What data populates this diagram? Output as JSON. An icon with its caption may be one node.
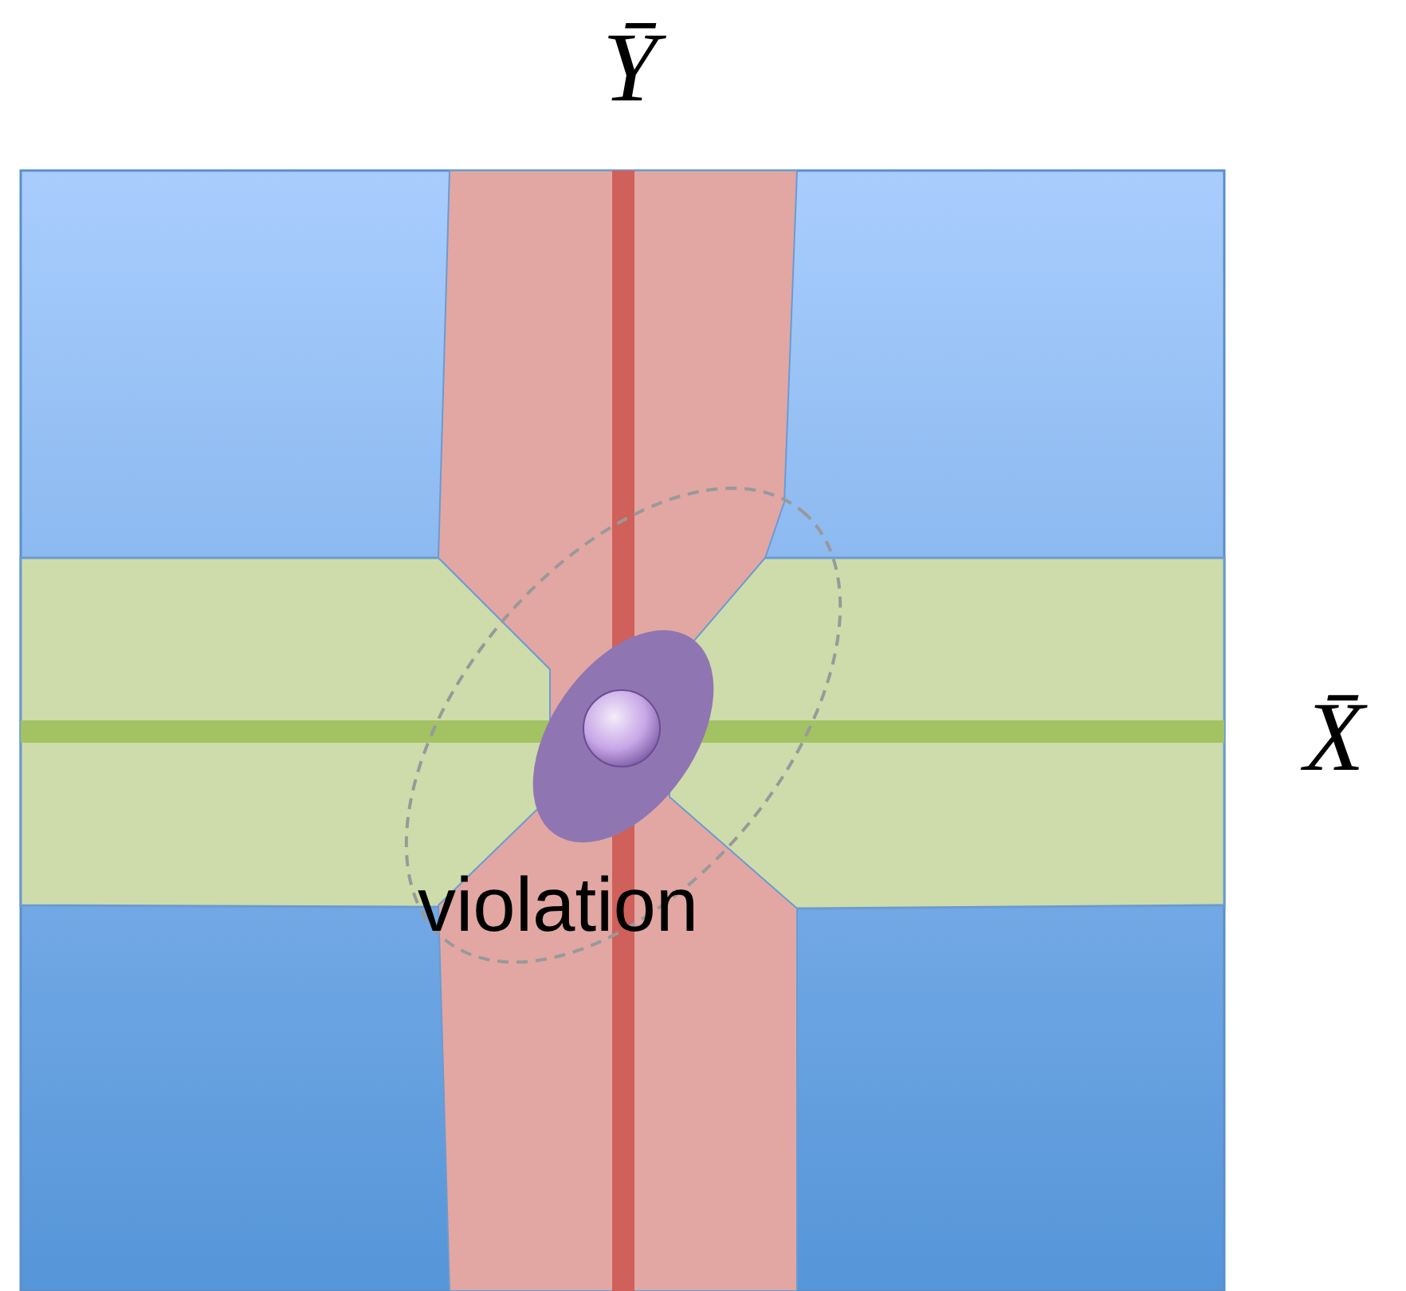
{
  "diagram": {
    "labels": [
      "Ȳ",
      "X̄",
      "violation"
    ]
  }
}
